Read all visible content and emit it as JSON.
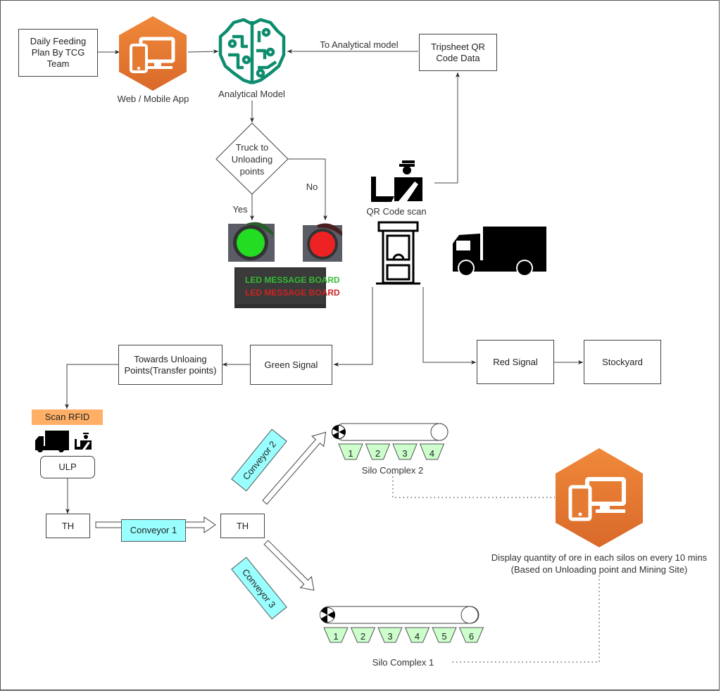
{
  "diagram": {
    "nodes": {
      "daily_plan": "Daily Feeding Plan By TCG Team",
      "web_app_label": "Web / Mobile App",
      "analytical_model_label": "Analytical Model",
      "tripsheet": "Tripsheet QR Code Data",
      "decision": "Truck to Unloading points",
      "qr_scan_label": "QR Code scan",
      "led_board_line1": "LED MESSAGE BOARD",
      "led_board_line2": "LED MESSAGE BOARD",
      "towards_unloading": "Towards Unloaing Points(Transfer points)",
      "green_signal": "Green Signal",
      "red_signal": "Red Signal",
      "stockyard": "Stockyard",
      "scan_rfid": "Scan RFID",
      "ulp": "ULP",
      "th_left": "TH",
      "th_right": "TH",
      "conveyor1": "Conveyor 1",
      "conveyor2": "Conveyor 2",
      "conveyor3": "Conveyor 3",
      "silo_complex_2": "Silo Complex 2",
      "silo_complex_1": "Silo Complex 1",
      "display_text_line1": "Display quantity of ore in each silos on every 10 mins",
      "display_text_line2": "(Based on Unloading point and Mining Site)"
    },
    "edge_labels": {
      "to_analytical": "To Analytical model",
      "yes": "Yes",
      "no": "No"
    },
    "silos_complex_2": [
      "1",
      "2",
      "3",
      "4"
    ],
    "silos_complex_1": [
      "1",
      "2",
      "3",
      "4",
      "5",
      "6"
    ],
    "icons": {
      "web_app": "devices-hexagon-icon",
      "analytical_model": "ai-brain-icon",
      "qr_scan": "customs-officer-icon",
      "booth": "guard-booth-icon",
      "truck": "truck-icon",
      "green_light": "green-traffic-light-icon",
      "red_light": "red-traffic-light-icon",
      "led_board": "led-message-board-icon",
      "display": "devices-hexagon-icon"
    },
    "colors": {
      "orange": "#e8772e",
      "brain_green": "#0e8c6e",
      "conveyor_cyan": "#99ffff",
      "silo_green": "#ccffcc",
      "rfid_orange": "#ffb066",
      "signal_green": "#22dd22",
      "signal_red": "#ee2222"
    }
  }
}
